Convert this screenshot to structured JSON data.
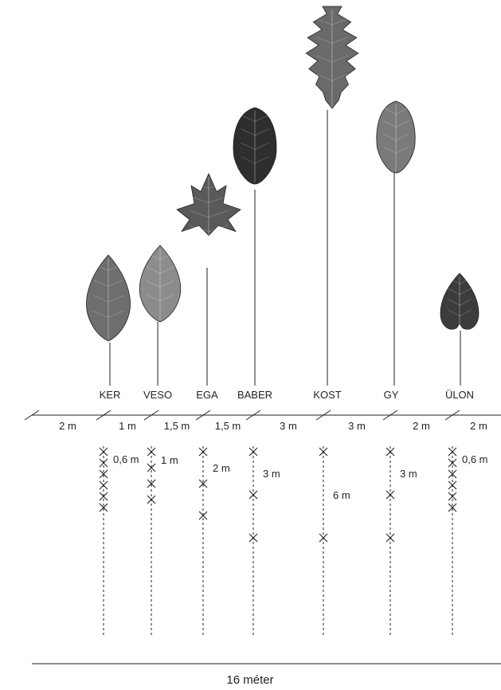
{
  "species": [
    {
      "code": "KER",
      "leaf_shape": "ovate-acuminate",
      "leaf_color": "#6e6e6e",
      "row_spacing": "2 m",
      "in_row_spacing": "0,6 m",
      "plants_shown": 6
    },
    {
      "code": "VESO",
      "leaf_shape": "ovate-acuminate",
      "leaf_color": "#8c8c8c",
      "row_spacing": "1 m",
      "in_row_spacing": "1 m",
      "plants_shown": 4
    },
    {
      "code": "EGA",
      "leaf_shape": "lobed-hawthorn",
      "leaf_color": "#5a5a5a",
      "row_spacing": "1,5 m",
      "in_row_spacing": "2 m",
      "plants_shown": 3
    },
    {
      "code": "BABER",
      "leaf_shape": "oval-veined",
      "leaf_color": "#2e2e2e",
      "row_spacing": "1,5 m",
      "in_row_spacing": "3 m",
      "plants_shown": 3
    },
    {
      "code": "KOST",
      "leaf_shape": "oak-lobed",
      "leaf_color": "#6a6a6a",
      "row_spacing": "3 m",
      "in_row_spacing": "6 m",
      "plants_shown": 2
    },
    {
      "code": "GY",
      "leaf_shape": "elliptic-serrate",
      "leaf_color": "#7a7a7a",
      "row_spacing": "3 m",
      "in_row_spacing": "3 m",
      "plants_shown": 3
    },
    {
      "code": "ÜLON",
      "leaf_shape": "round-cordate",
      "leaf_color": "#3c3c3c",
      "row_spacing": "2 m",
      "in_row_spacing": "0,6 m",
      "plants_shown": 6
    }
  ],
  "edge_spacing": "2 m",
  "total_width_label": "16 méter",
  "colors": {
    "line": "#231f20",
    "background": "#ffffff"
  }
}
